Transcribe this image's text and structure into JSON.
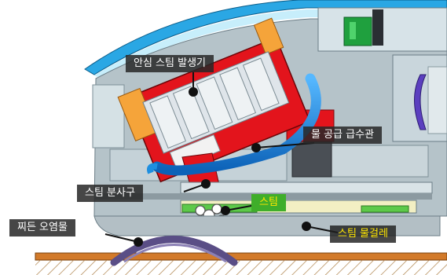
{
  "labels": {
    "steam_generator": "안심 스팀 발생기",
    "water_supply_pipe": "물 공급 급수관",
    "steam_nozzle": "스팀 분사구",
    "steam": "스팀",
    "stained_dirt": "찌든 오염물",
    "steam_mop": "스팀 물걸레"
  },
  "colors": {
    "generator_red": "#e3141c",
    "pipe_blue": "#1e8fe0",
    "housing_blue": "#29a8e0",
    "body_gray": "#b9c6cc",
    "floor_orange": "#d27a2a",
    "mop_green": "#5dc94a",
    "dirt_purple": "#5a4e86",
    "label_bg": "#282828",
    "label_text": "#ffffff",
    "label_accent": "#ffe600"
  }
}
